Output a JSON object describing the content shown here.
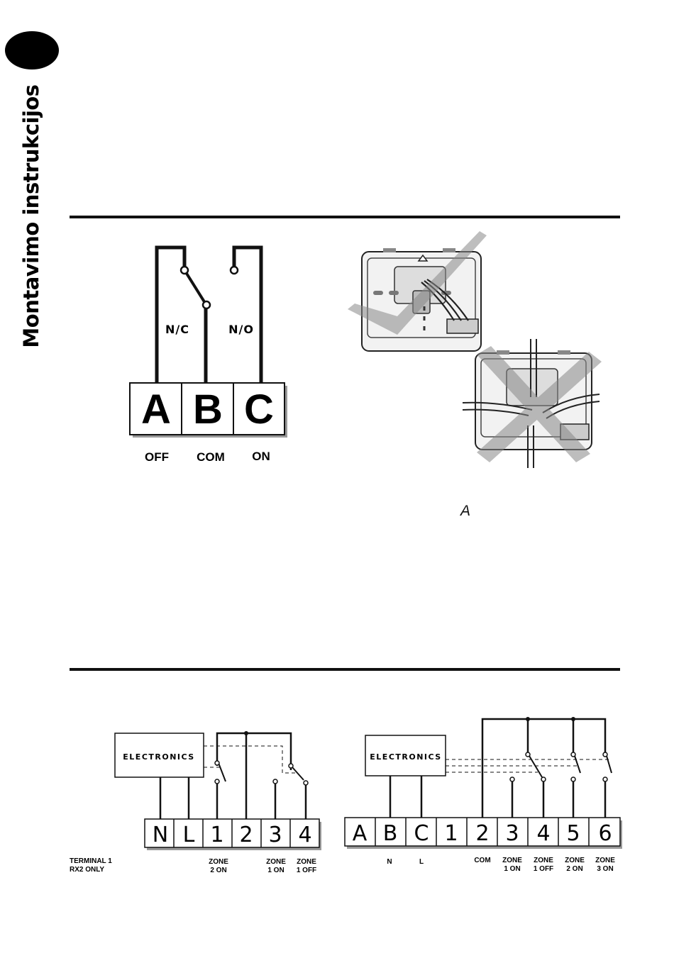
{
  "page": {
    "side_title": "Montavimo instrukcijos",
    "figure_mark": "A"
  },
  "relay": {
    "nc_label": "N/C",
    "no_label": "N/O",
    "terminals": [
      "A",
      "B",
      "C"
    ],
    "terminal_labels": [
      "OFF",
      "COM",
      "ON"
    ]
  },
  "mounting": {
    "correct_mark": "check-mark",
    "incorrect_mark": "cross-mark"
  },
  "rx2": {
    "electronics_label": "ELECTRONICS",
    "terminals": [
      "N",
      "L",
      "1",
      "2",
      "3",
      "4"
    ],
    "note_line1": "TERMINAL 1",
    "note_line2": "RX2 ONLY",
    "labels": [
      {
        "line1": "ZONE",
        "line2": "2 ON"
      },
      {
        "line1": "ZONE",
        "line2": "1 ON"
      },
      {
        "line1": "ZONE",
        "line2": "1 OFF"
      }
    ]
  },
  "rx3": {
    "electronics_label": "ELECTRONICS",
    "terminals": [
      "A",
      "B",
      "C",
      "1",
      "2",
      "3",
      "4",
      "5",
      "6"
    ],
    "simple_labels": [
      "N",
      "L",
      "COM"
    ],
    "labels": [
      {
        "line1": "ZONE",
        "line2": "1 ON"
      },
      {
        "line1": "ZONE",
        "line2": "1 OFF"
      },
      {
        "line1": "ZONE",
        "line2": "2 ON"
      },
      {
        "line1": "ZONE",
        "line2": "3 ON"
      }
    ]
  }
}
